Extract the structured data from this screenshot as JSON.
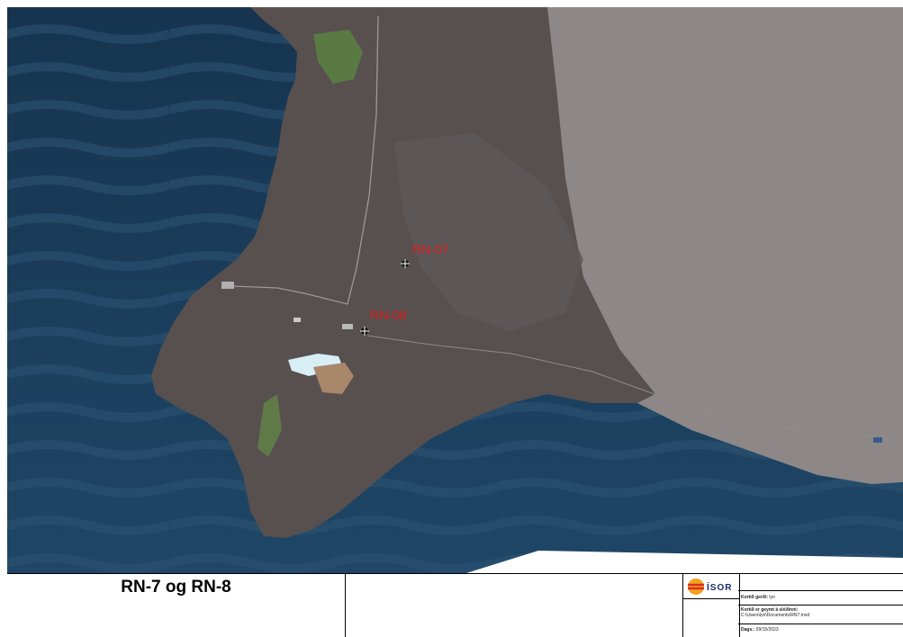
{
  "map": {
    "wells": [
      {
        "label": "RN-07"
      },
      {
        "label": "RN-08"
      }
    ],
    "colors": {
      "sea": "#1f3a55",
      "lava": "#57504f",
      "old_lava": "#8a8584",
      "lagoon": "#cfe9f2",
      "well_label": "#e31a1c"
    }
  },
  "title_block": {
    "title": "RN-7 og RN-8",
    "logo_text": "ÍSOR",
    "map_author_label": "Kortið gerði:",
    "map_author_value": "lyn",
    "stored_label": "Kortið er geymt á slóðinni:",
    "stored_path": "C:\\Users\\lyn\\Documents\\RN7.mxd",
    "date_label": "Dags.:",
    "date_value": "09/15/2023"
  }
}
